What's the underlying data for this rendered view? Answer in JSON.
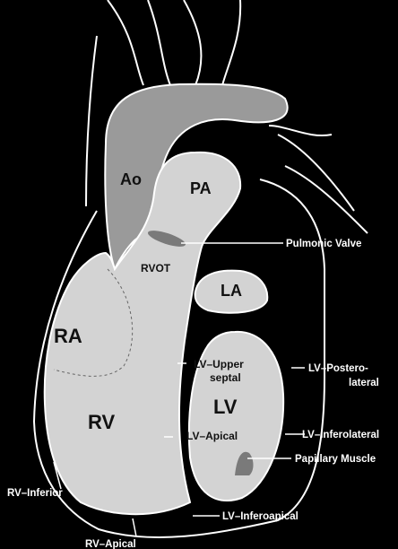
{
  "chambers": {
    "ao": "Ao",
    "pa": "PA",
    "rvot": "RVOT",
    "la": "LA",
    "ra": "RA",
    "rv": "RV",
    "lv": "LV"
  },
  "inner_labels": {
    "lv_upper": "LV–Upper",
    "septal": "septal",
    "lv_apical": "LV–Apical"
  },
  "callouts": {
    "pulmonic_valve": "Pulmonic Valve",
    "lv_postero": "LV–Postero-",
    "lateral": "lateral",
    "lv_inferolateral": "LV–Inferolateral",
    "papillary_muscle": "Papillary Muscle",
    "lv_inferoapical": "LV–Inferoapical",
    "rv_inferior": "RV–Inferior",
    "rv_apical": "RV–Apical"
  },
  "colors": {
    "background": "#000000",
    "chamber_light": "#d3d3d3",
    "vessel_gray": "#9a9a9a",
    "outline": "#ffffff"
  }
}
